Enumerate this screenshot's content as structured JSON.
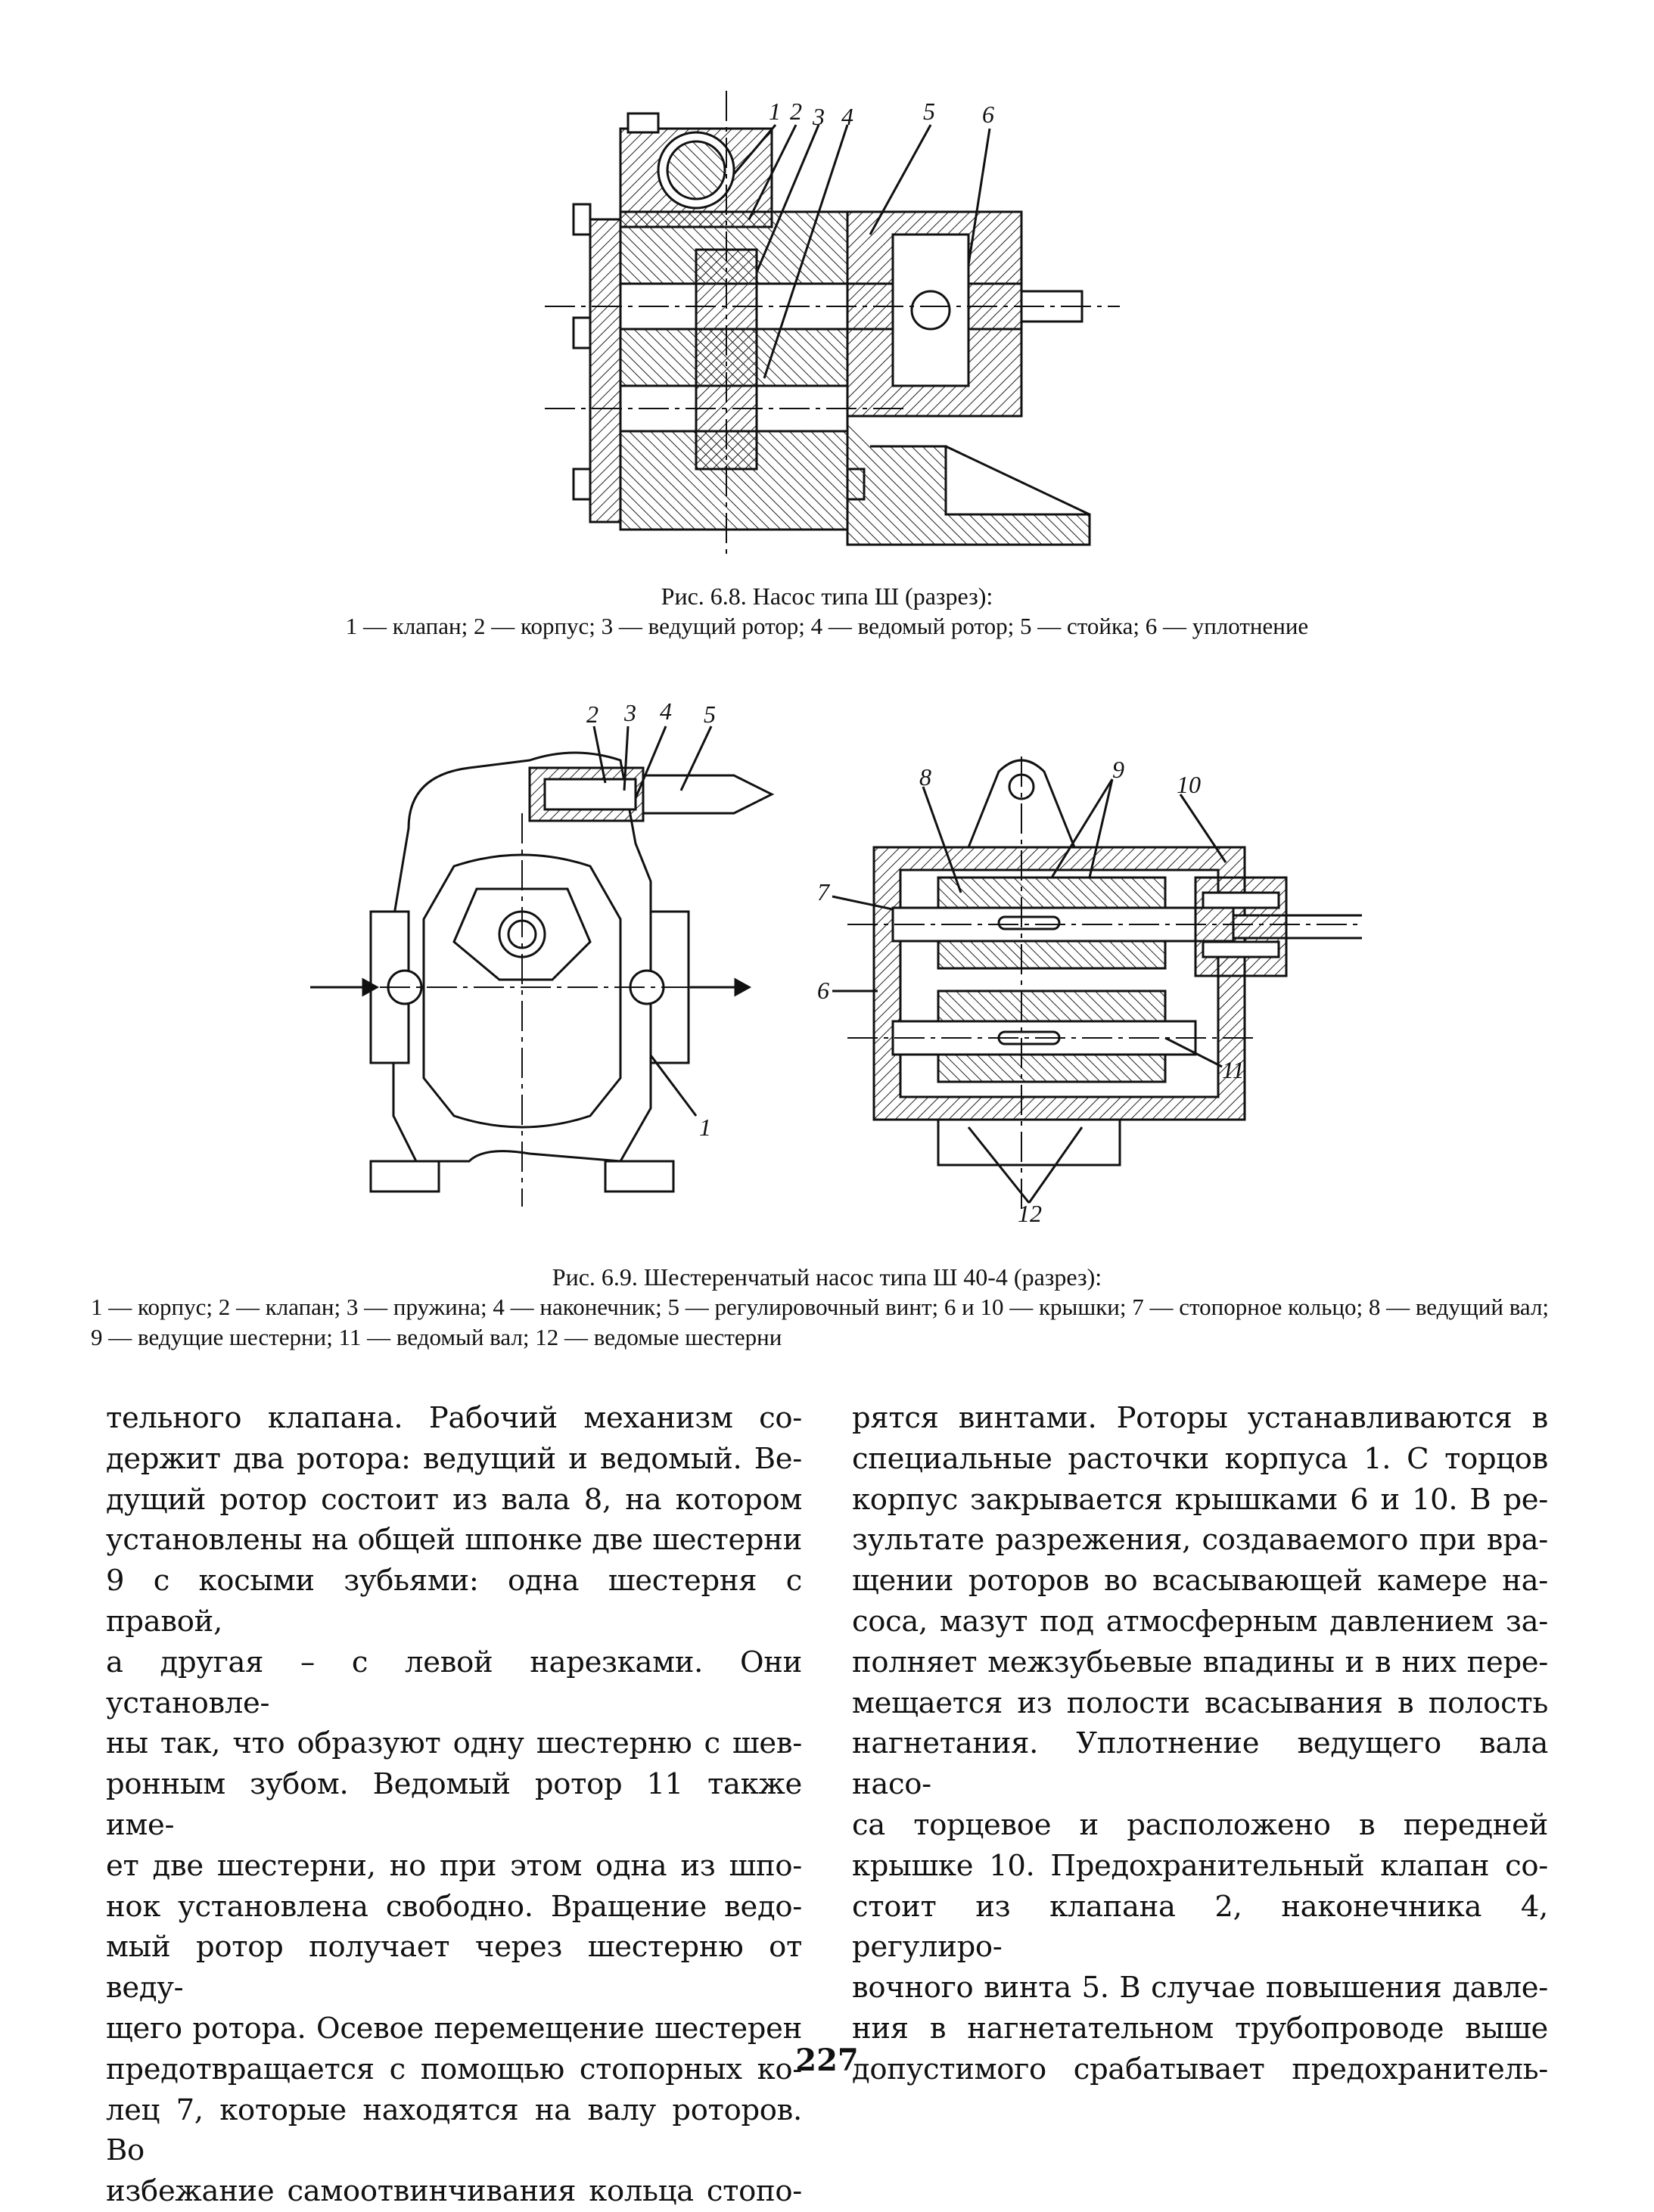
{
  "figure1": {
    "labels": [
      "1",
      "2",
      "3",
      "4",
      "5",
      "6"
    ],
    "caption_title": "Рис. 6.8. Насос типа Ш (разрез):",
    "caption_legend": "1 — клапан; 2 — корпус; 3 — ведущий ротор; 4 — ведомый ротор; 5 — стойка; 6 — уплотнение"
  },
  "figure2": {
    "labels_left": [
      "2",
      "3",
      "4",
      "5",
      "1"
    ],
    "labels_right": [
      "8",
      "9",
      "10",
      "7",
      "6",
      "11",
      "12"
    ],
    "caption_title": "Рис. 6.9. Шестеренчатый насос типа Ш 40-4 (разрез):",
    "caption_legend": "1 — корпус; 2 — клапан; 3 — пружина; 4 — наконечник; 5 — регулировочный винт; 6 и 10 — крышки; 7 — стопорное кольцо; 8 — ведущий вал; 9 — ведущие шестерни; 11 — ведомый вал; 12 — ведомые шестерни"
  },
  "text": {
    "left_column": [
      "тельного клапана. Рабочий механизм со-",
      "держит два ротора: ведущий и ведомый. Ве-",
      "дущий ротор состоит из вала 8, на котором",
      "установлены на общей шпонке две шестерни",
      "9 с косыми зубьями: одна шестерня с правой,",
      "а другая – с левой нарезками. Они установле-",
      "ны так, что образуют одну шестерню с шев-",
      "ронным зубом. Ведомый ротор 11 также име-",
      "ет две шестерни, но при этом одна из шпо-",
      "нок установлена свободно. Вращение ведо-",
      "мый ротор получает через шестерню от веду-",
      "щего ротора. Осевое перемещение шестерен",
      "предотвращается с помощью стопорных ко-",
      "лец 7, которые находятся на валу роторов. Во",
      "избежание самоотвинчивания кольца стопо-"
    ],
    "right_column": [
      "рятся винтами. Роторы устанавливаются в",
      "специальные расточки корпуса 1. С торцов",
      "корпус закрывается крышками 6 и 10. В ре-",
      "зультате разрежения, создаваемого при вра-",
      "щении роторов во всасывающей камере на-",
      "соса, мазут под атмосферным давлением за-",
      "полняет межзубьевые впадины и в них пере-",
      "мещается из полости всасывания в полость",
      "нагнетания. Уплотнение ведущего вала насо-",
      "са торцевое и расположено в передней",
      "крышке 10. Предохранительный клапан со-",
      "стоит из клапана 2, наконечника 4, регулиро-",
      "вочного винта 5. В случае повышения давле-",
      "ния в нагнетательном трубопроводе выше",
      "допустимого срабатывает предохранитель-"
    ]
  },
  "page_number": "227"
}
